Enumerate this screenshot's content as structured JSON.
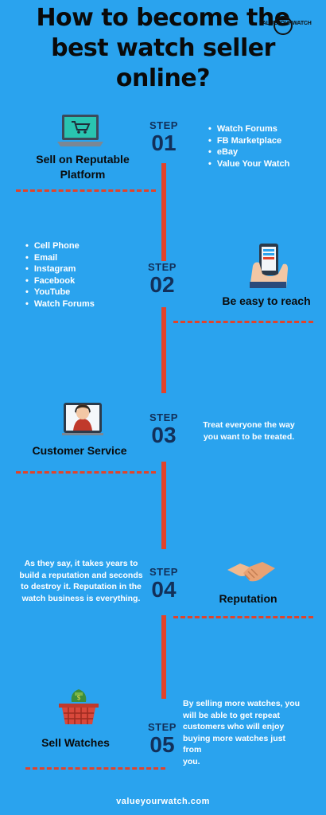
{
  "title_lines": [
    "How to become the",
    "best watch seller",
    "online?"
  ],
  "logo_text": "VALUEYOURWATCH",
  "steps": [
    {
      "label": "STEP",
      "number": "01",
      "heading_lines": [
        "Sell on Reputable",
        "Platform"
      ],
      "bullets": [
        "Watch Forums",
        "FB Marketplace",
        "eBay",
        "Value Your Watch"
      ]
    },
    {
      "label": "STEP",
      "number": "02",
      "heading": "Be easy to reach",
      "bullets": [
        "Cell Phone",
        "Email",
        "Instagram",
        "Facebook",
        "YouTube",
        "Watch Forums"
      ]
    },
    {
      "label": "STEP",
      "number": "03",
      "heading": "Customer Service",
      "text_lines": [
        "Treat everyone the way",
        "you want to be treated."
      ]
    },
    {
      "label": "STEP",
      "number": "04",
      "heading": "Reputation",
      "text_lines": [
        "As they say, it takes years to",
        "build a reputation and seconds",
        "to destroy it. Reputation in the",
        "watch business is everything."
      ]
    },
    {
      "label": "STEP",
      "number": "05",
      "heading": "Sell Watches",
      "text_lines": [
        "By selling more watches, you",
        "will be able to get repeat",
        "customers who will enjoy",
        "buying more watches just from",
        "you."
      ]
    }
  ],
  "footer": "valueyourwatch.com",
  "colors": {
    "background": "#2aa3ee",
    "accent": "#e2432a",
    "step_text": "#12305a",
    "text": "#ffffff"
  },
  "icons": [
    "laptop-cart-icon",
    "hand-phone-icon",
    "support-agent-icon",
    "handshake-icon",
    "money-basket-icon"
  ]
}
